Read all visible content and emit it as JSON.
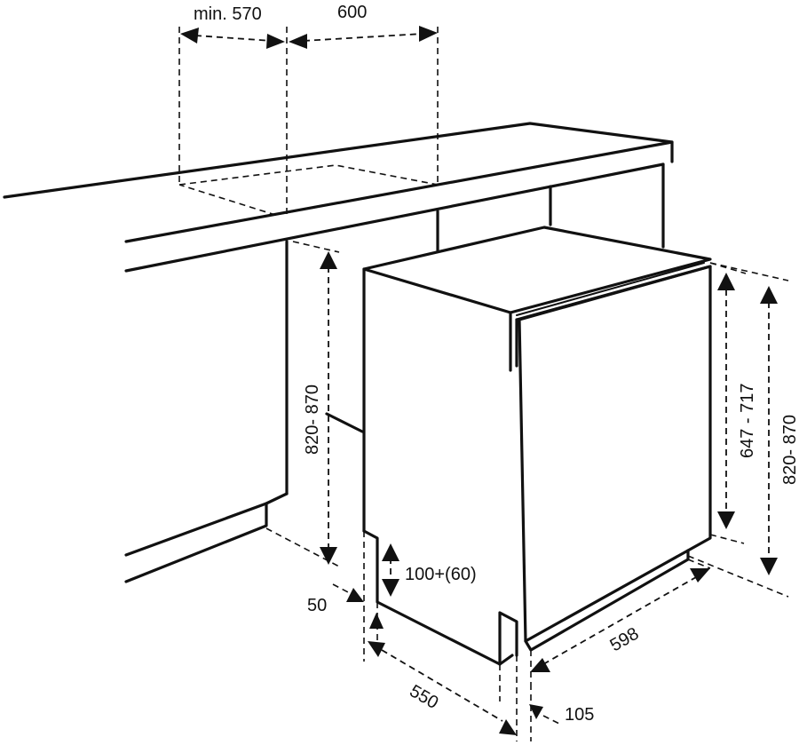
{
  "dimensions": {
    "cutout_min": "min. 570",
    "cutout_width": "600",
    "niche_height": "820- 870",
    "door_height": "647 - 717",
    "appliance_height": "820- 870",
    "plinth_height": "100+(60)",
    "plinth_setback": "50",
    "depth": "550",
    "width": "598",
    "door_offset": "105"
  }
}
